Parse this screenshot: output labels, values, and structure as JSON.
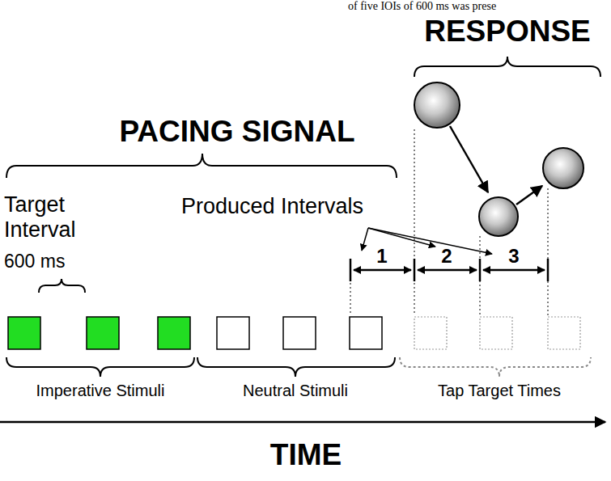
{
  "diagram": {
    "labels": [
      "of five IOIs of 600 ms was prese",
      "RESPONSE",
      "PACING SIGNAL",
      "Target Interval",
      "600 ms",
      "Produced Intervals",
      "1",
      "2",
      "3",
      "Imperative Stimuli",
      "Neutral Stimuli",
      "Tap Target Times",
      "TIME"
    ]
  }
}
